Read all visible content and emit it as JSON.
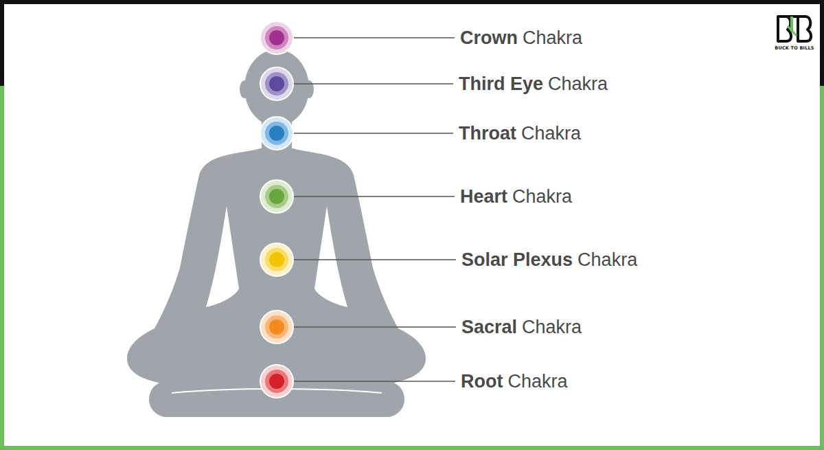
{
  "diagram": {
    "labels": [
      "Crown",
      "Chakra",
      "Third Eye",
      "Chakra",
      "Throat",
      "Chakra",
      "Heart",
      "Chakra",
      "Solar Plexus",
      "Chakra",
      "Sacral",
      "Chakra",
      "Root",
      "Chakra",
      "BUCK TO BILLS"
    ]
  }
}
